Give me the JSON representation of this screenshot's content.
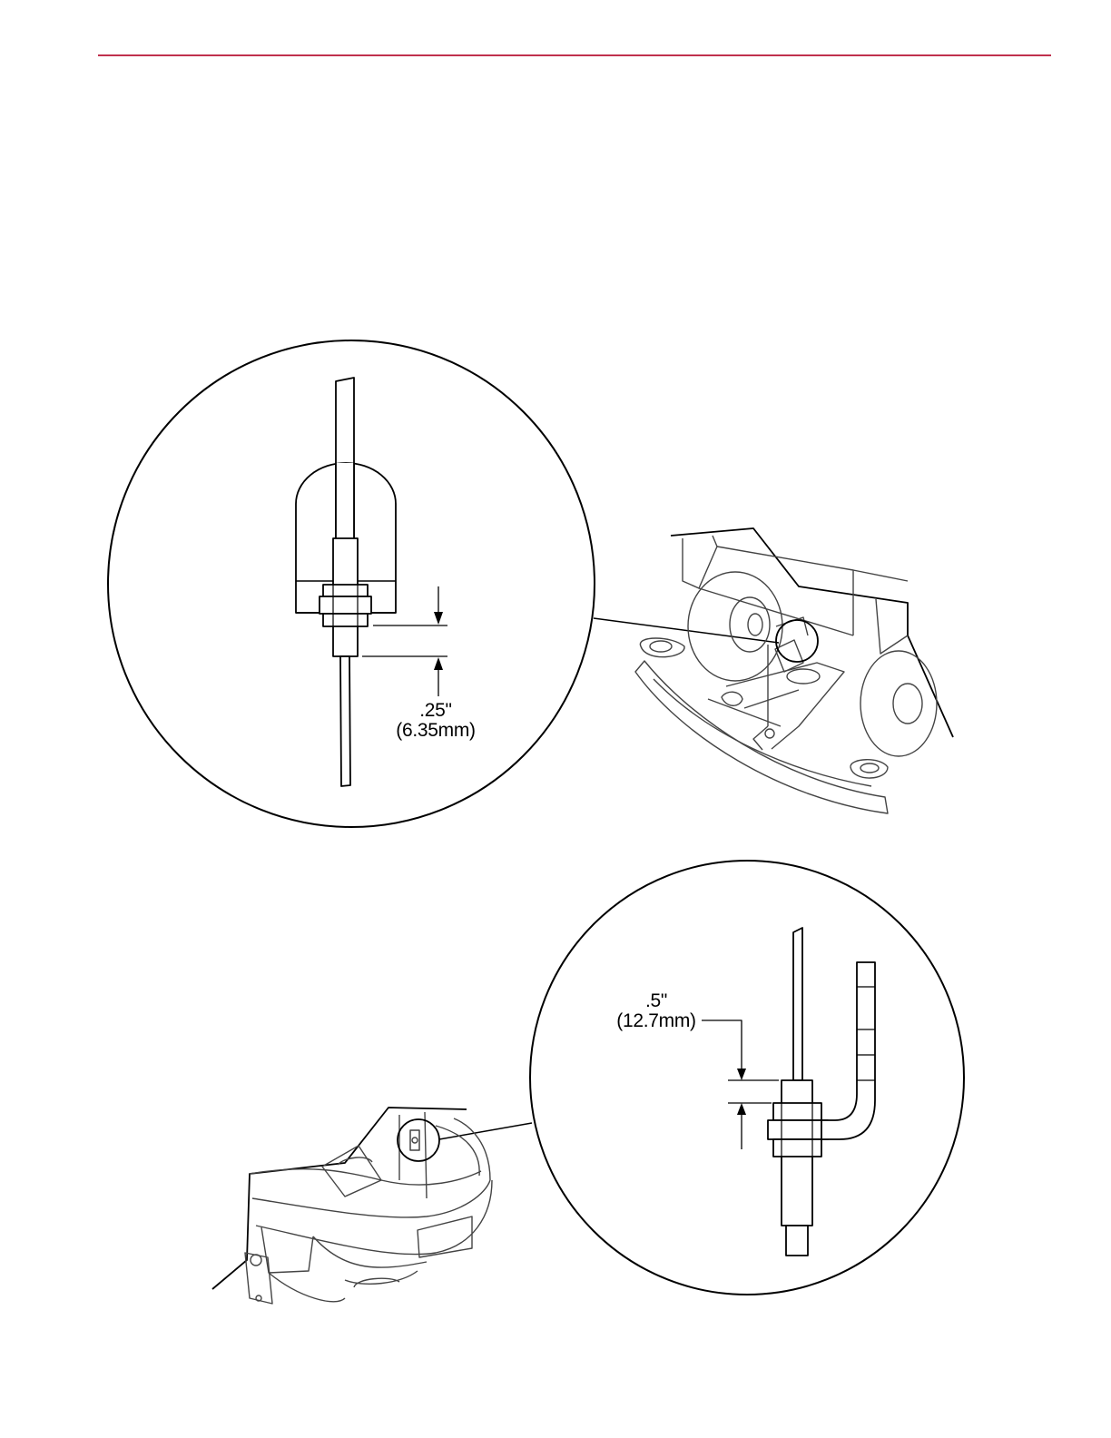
{
  "colors": {
    "header_rule": "#c0314e",
    "line": "#000000",
    "machine_line": "#444444"
  },
  "figure_top": {
    "dimension_in": ".25\"",
    "dimension_mm": "(6.35mm)",
    "icons": [
      "magnified-detail-circle",
      "squeegee-assembly-illustration",
      "adjustment-rod-with-nut"
    ]
  },
  "figure_bottom": {
    "dimension_in": ".5\"",
    "dimension_mm": "(12.7mm)",
    "icons": [
      "magnified-detail-circle",
      "machine-rear-illustration",
      "adjustment-rod-with-bent-bracket"
    ]
  }
}
